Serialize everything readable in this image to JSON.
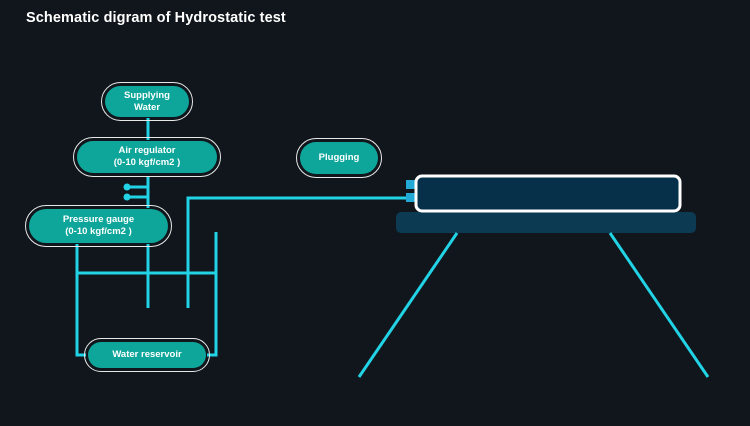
{
  "title": "Schematic digram of  Hydrostatic test",
  "nodes": {
    "supplying_water": "Supplying\nWater",
    "air_regulator": "Air regulator\n(0-10 kgf/cm2 )",
    "plugging": "Plugging",
    "pressure_gauge": "Pressure gauge\n(0-10 kgf/cm2 )",
    "water_reservoir": "Water reservoir"
  },
  "colors": {
    "background": "#10161c",
    "pipe": "#22d3e6",
    "node_fill": "#0ea59a",
    "node_border": "#e8e8e8",
    "tube_fill": "#06304a",
    "table_top": "#0b3a52"
  }
}
